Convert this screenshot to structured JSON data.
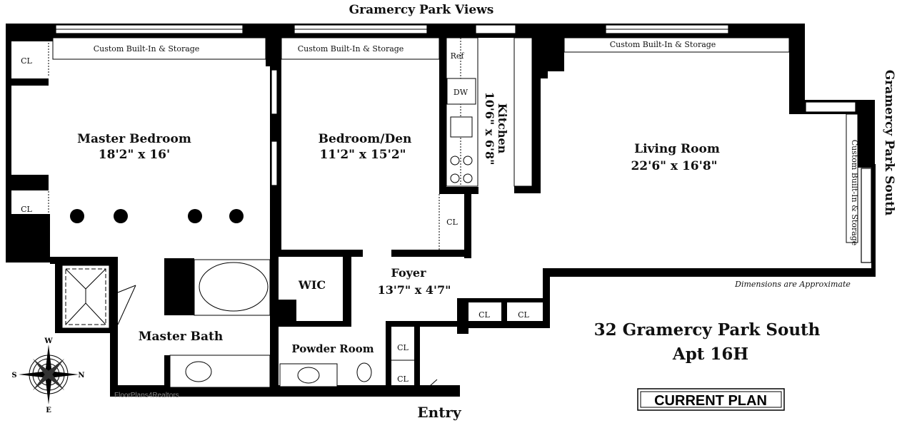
{
  "title_top": "Gramercy Park Views",
  "title_right": "Gramercy Park South",
  "rooms": {
    "master_bedroom": {
      "name": "Master Bedroom",
      "dims": "18'2\" x 16'"
    },
    "bedroom_den": {
      "name": "Bedroom/Den",
      "dims": "11'2\" x 15'2\""
    },
    "kitchen": {
      "name": "Kitchen",
      "dims": "10'6\" x 6'8\""
    },
    "living_room": {
      "name": "Living Room",
      "dims": "22'6\" x 16'8\""
    },
    "master_bath": {
      "name": "Master Bath"
    },
    "wic": {
      "name": "WIC"
    },
    "foyer": {
      "name": "Foyer",
      "dims": "13'7\" x 4'7\""
    },
    "powder_room": {
      "name": "Powder Room"
    }
  },
  "labels": {
    "closet": "CL",
    "ref": "Ref",
    "dw": "DW",
    "storage": "Custom Built-In & Storage",
    "entry": "Entry",
    "dimensions_note": "Dimensions are Approximate",
    "watermark": "FloorPlans4Realtors"
  },
  "address": {
    "line1": "32 Gramercy Park South",
    "line2": "Apt 16H"
  },
  "plan_badge": "CURRENT PLAN",
  "compass": {
    "n": "N",
    "s": "S",
    "e": "E",
    "w": "W"
  }
}
